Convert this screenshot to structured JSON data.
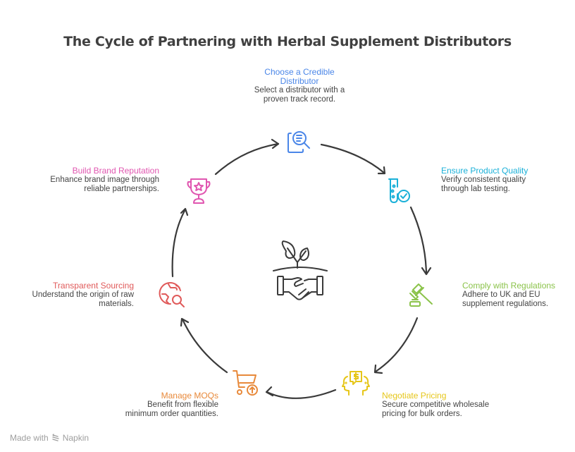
{
  "title": "The Cycle of Partnering with Herbal Supplement Distributors",
  "steps": [
    {
      "title": "Choose a Credible Distributor",
      "title_lines": [
        "Choose a Credible",
        "Distributor"
      ],
      "desc_lines": [
        "Select a distributor with a",
        "proven track record."
      ],
      "color": "#4a86e8",
      "icon": "document-search-icon"
    },
    {
      "title": "Ensure Product Quality",
      "desc_lines": [
        "Verify consistent quality",
        "through lab testing."
      ],
      "color": "#1ab0d8",
      "icon": "test-tube-check-icon"
    },
    {
      "title": "Comply with Regulations",
      "desc_lines": [
        "Adhere to UK and EU",
        "supplement regulations."
      ],
      "color": "#8bc34a",
      "icon": "gavel-icon"
    },
    {
      "title": "Negotiate Pricing",
      "desc_lines": [
        "Secure competitive wholesale",
        "pricing for bulk orders."
      ],
      "color": "#e6c619",
      "icon": "negotiation-icon"
    },
    {
      "title": "Manage MOQs",
      "desc_lines": [
        "Benefit from flexible",
        "minimum order quantities."
      ],
      "color": "#e8893a",
      "icon": "cart-upload-icon"
    },
    {
      "title": "Transparent Sourcing",
      "desc_lines": [
        "Understand the origin of raw",
        "materials."
      ],
      "color": "#e05a5a",
      "icon": "globe-search-icon"
    },
    {
      "title": "Build Brand Reputation",
      "desc_lines": [
        "Enhance brand image through",
        "reliable partnerships."
      ],
      "color": "#e056b0",
      "icon": "trophy-icon"
    }
  ],
  "center_icon": "plant-handshake-icon",
  "footer": {
    "made_with": "Made with",
    "brand": "Napkin"
  },
  "colors": {
    "arrow": "#3a3a3a",
    "title": "#404040",
    "desc": "#444444",
    "footer": "#9e9e9e"
  }
}
